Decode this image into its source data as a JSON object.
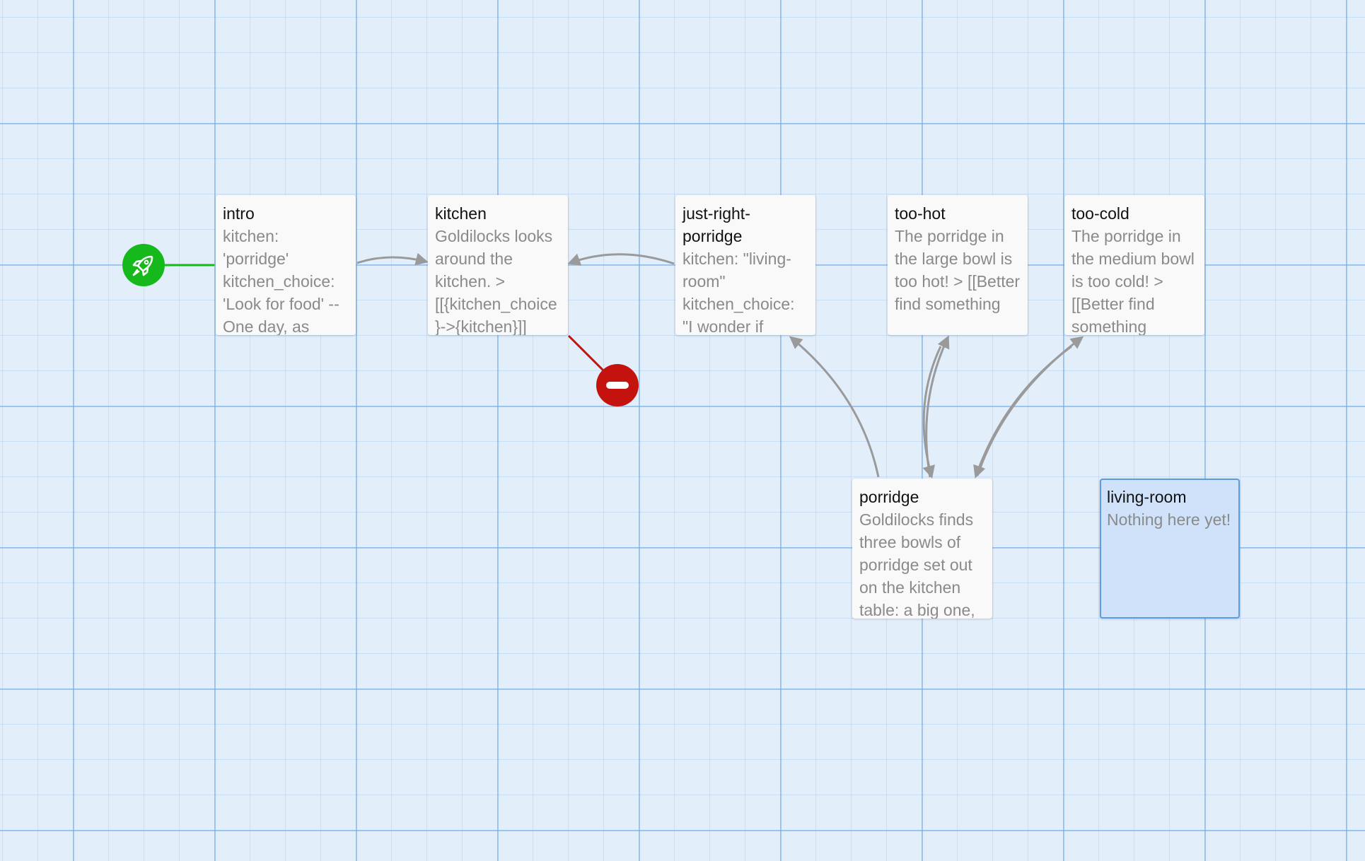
{
  "passages": [
    {
      "name": "intro",
      "excerpt": "kitchen: 'porridge' kitchen_choice: 'Look for food' -- One day, as"
    },
    {
      "name": "kitchen",
      "excerpt": "Goldilocks looks around the kitchen. > [[{kitchen_choice}->{kitchen}]]"
    },
    {
      "name": "just-right-porridge",
      "excerpt": "kitchen: \"living-room\" kitchen_choice: \"I wonder if"
    },
    {
      "name": "too-hot",
      "excerpt": "The porridge in the large bowl is too hot! > [[Better find something"
    },
    {
      "name": "too-cold",
      "excerpt": "The porridge in the medium bowl is too cold! > [[Better find something"
    },
    {
      "name": "porridge",
      "excerpt": "Goldilocks finds three bowls of porridge set out on the kitchen table: a big one,"
    },
    {
      "name": "living-room",
      "excerpt": "Nothing here yet!"
    }
  ],
  "icons": {
    "start": "rocket-icon",
    "broken_link": "minus-circle-icon"
  },
  "colors": {
    "canvas": "#e3eefb",
    "link_arrow": "#9a9a9a",
    "start": "#16b91c",
    "broken": "#c4130f",
    "selected_border": "#5a9de0"
  }
}
